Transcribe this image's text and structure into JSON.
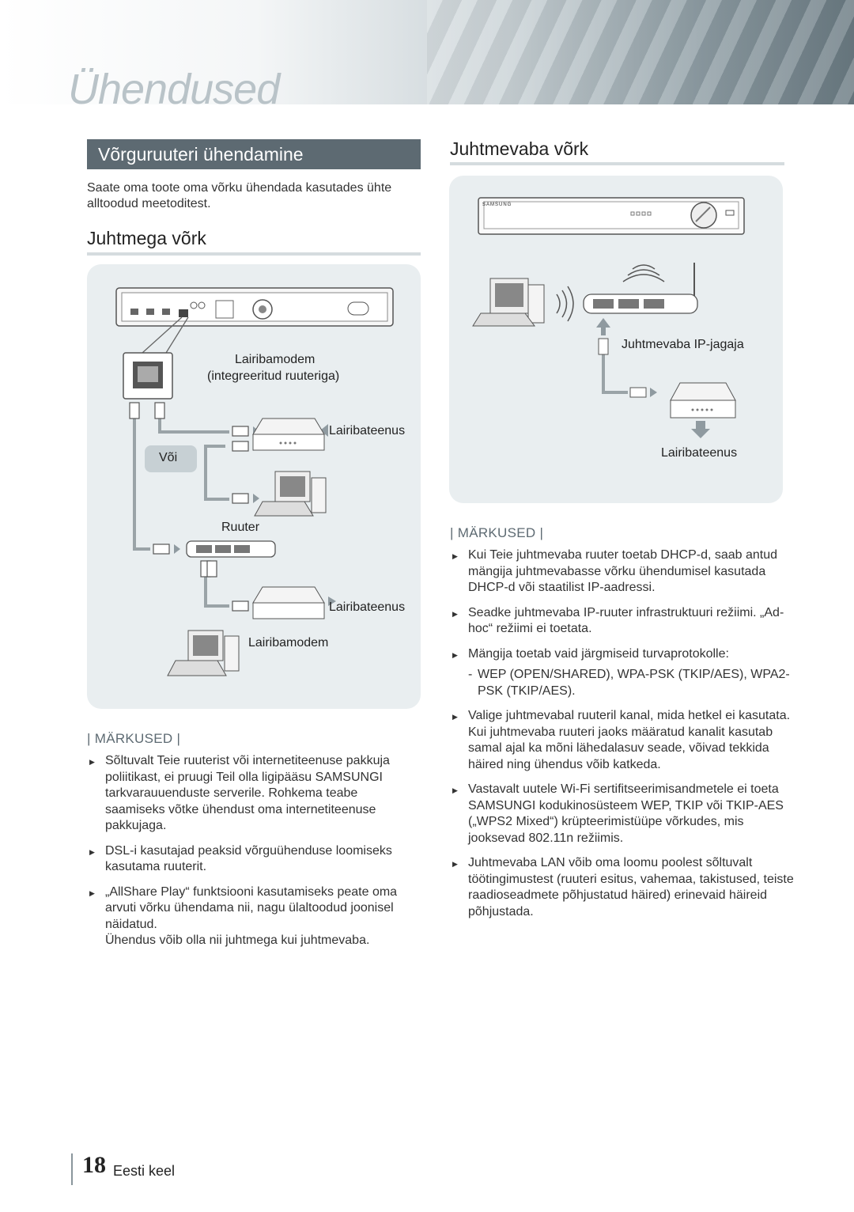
{
  "header": {
    "chapter_title": "Ühendused"
  },
  "left": {
    "section_title": "Võrguruuteri ühendamine",
    "intro": "Saate oma toote oma võrku ühendada kasutades ühte alltoodud meetoditest.",
    "wired_heading": "Juhtmega võrk",
    "diagram": {
      "modem_router_label_1": "Lairibamodem",
      "modem_router_label_2": "(integreeritud ruuteriga)",
      "broadband_1": "Lairibateenus",
      "or_label": "Või",
      "router_label": "Ruuter",
      "broadband_2": "Lairibateenus",
      "modem_label": "Lairibamodem"
    },
    "notes_heading": "| MÄRKUSED |",
    "notes": [
      "Sõltuvalt Teie ruuterist või internetiteenuse pakkuja poliitikast, ei pruugi Teil olla ligipääsu SAMSUNGI tarkvarauuenduste serverile. Rohkema teabe saamiseks võtke ühendust oma internetiteenuse pakkujaga.",
      "DSL-i kasutajad peaksid võrguühenduse loomiseks kasutama ruuterit.",
      "„AllShare Play“ funktsiooni kasutamiseks peate oma arvuti võrku ühendama nii, nagu ülaltoodud joonisel näidatud."
    ],
    "notes_extra": "Ühendus võib olla nii juhtmega kui juhtmevaba."
  },
  "right": {
    "wireless_heading": "Juhtmevaba võrk",
    "diagram": {
      "ap_label": "Juhtmevaba IP-jagaja",
      "broadband": "Lairibateenus",
      "brand": "SAMSUNG"
    },
    "notes_heading": "| MÄRKUSED |",
    "notes": [
      "Kui Teie juhtmevaba ruuter toetab DHCP-d, saab antud mängija juhtmevabasse võrku ühendumisel kasutada DHCP-d või staatilist IP-aadressi.",
      "Seadke juhtmevaba IP-ruuter infrastruktuuri režiimi. „Ad-hoc“ režiimi ei toetata.",
      "Mängija toetab vaid järgmiseid turvaprotokolle:"
    ],
    "sub_note": "WEP (OPEN/SHARED), WPA-PSK (TKIP/AES), WPA2-PSK (TKIP/AES).",
    "notes_more": [
      "Valige juhtmevabal ruuteril kanal, mida hetkel ei kasutata. Kui juhtmevaba ruuteri jaoks määratud kanalit kasutab samal ajal ka mõni lähedalasuv seade, võivad tekkida häired ning ühendus võib katkeda.",
      "Vastavalt uutele Wi-Fi sertifitseerimisandmetele ei toeta SAMSUNGI kodukinosüsteem WEP, TKIP või TKIP-AES („WPS2 Mixed“) krüpteerimistüüpe võrkudes, mis jooksevad 802.11n režiimis.",
      "Juhtmevaba LAN võib oma loomu poolest sõltuvalt töötingimustest (ruuteri esitus, vahemaa, takistused, teiste raadioseadmete põhjustatud häired) erinevaid häireid põhjustada."
    ]
  },
  "footer": {
    "page_number": "18",
    "language": "Eesti keel"
  }
}
